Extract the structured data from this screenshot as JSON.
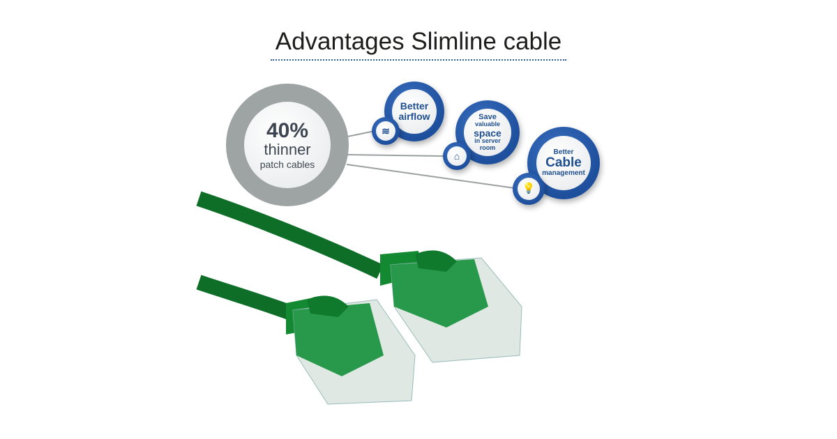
{
  "title": "Advantages Slimline cable",
  "main_badge": {
    "percent": "40%",
    "line2": "thinner",
    "line3": "patch cables"
  },
  "benefits": [
    {
      "lines": [
        "Better",
        "airflow"
      ],
      "icon": "airflow-waves-icon"
    },
    {
      "lines": [
        "Save",
        "valuable",
        "space",
        "in server",
        "room"
      ],
      "icon": "house-icon"
    },
    {
      "lines": [
        "Better",
        "Cable",
        "management"
      ],
      "icon": "lightbulb-icon"
    }
  ],
  "colors": {
    "blue": "#1d4f9c",
    "grey": "#9ea3a3",
    "cable_green": "#0f7a2c"
  }
}
